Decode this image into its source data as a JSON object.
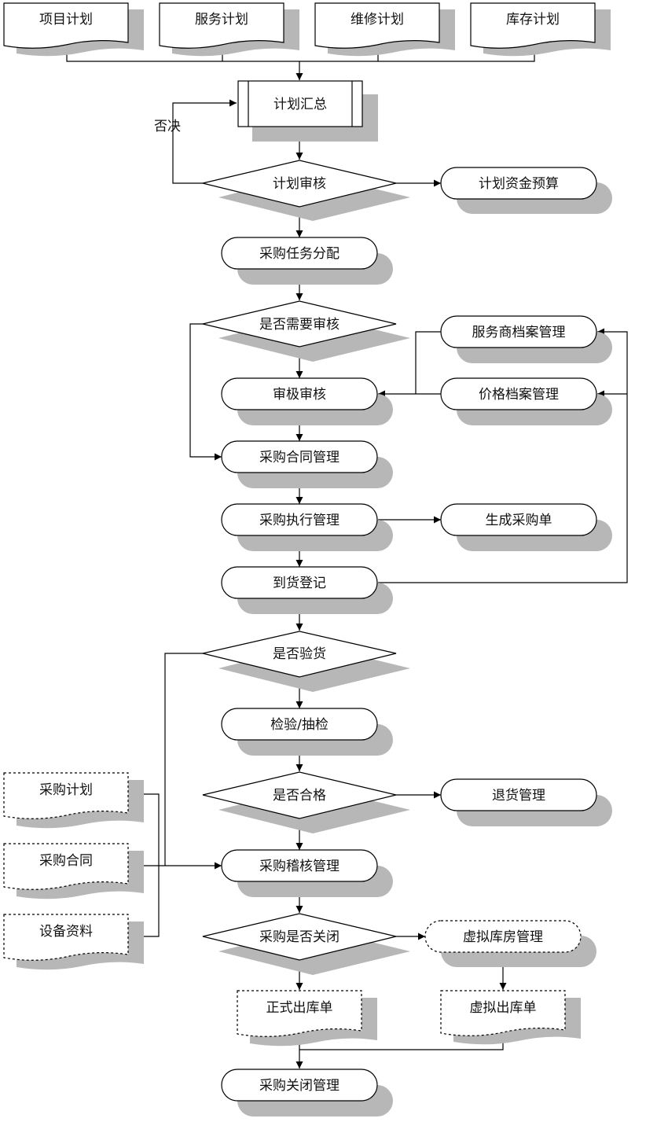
{
  "nodes": {
    "project_plan": "项目计划",
    "service_plan": "服务计划",
    "maintenance_plan": "维修计划",
    "inventory_plan": "库存计划",
    "plan_summary": "计划汇总",
    "plan_review": "计划审核",
    "plan_budget": "计划资金预算",
    "task_assign": "采购任务分配",
    "need_review": "是否需要审核",
    "level_review": "审极审核",
    "provider_archive": "服务商档案管理",
    "price_archive": "价格档案管理",
    "contract_mgmt": "采购合同管理",
    "exec_mgmt": "采购执行管理",
    "gen_order": "生成采购单",
    "arrival_reg": "到货登记",
    "need_inspect": "是否验货",
    "inspect": "检验/抽检",
    "qualified": "是否合格",
    "return_mgmt": "退货管理",
    "purchase_plan_doc": "采购计划",
    "purchase_contract_doc": "采购合同",
    "equipment_doc": "设备资料",
    "audit_mgmt": "采购稽核管理",
    "close_decision": "采购是否关闭",
    "virtual_warehouse": "虚拟库房管理",
    "formal_out": "正式出库单",
    "virtual_out": "虚拟出库单",
    "close_mgmt": "采购关闭管理"
  },
  "edge_labels": {
    "reject": "否决"
  }
}
